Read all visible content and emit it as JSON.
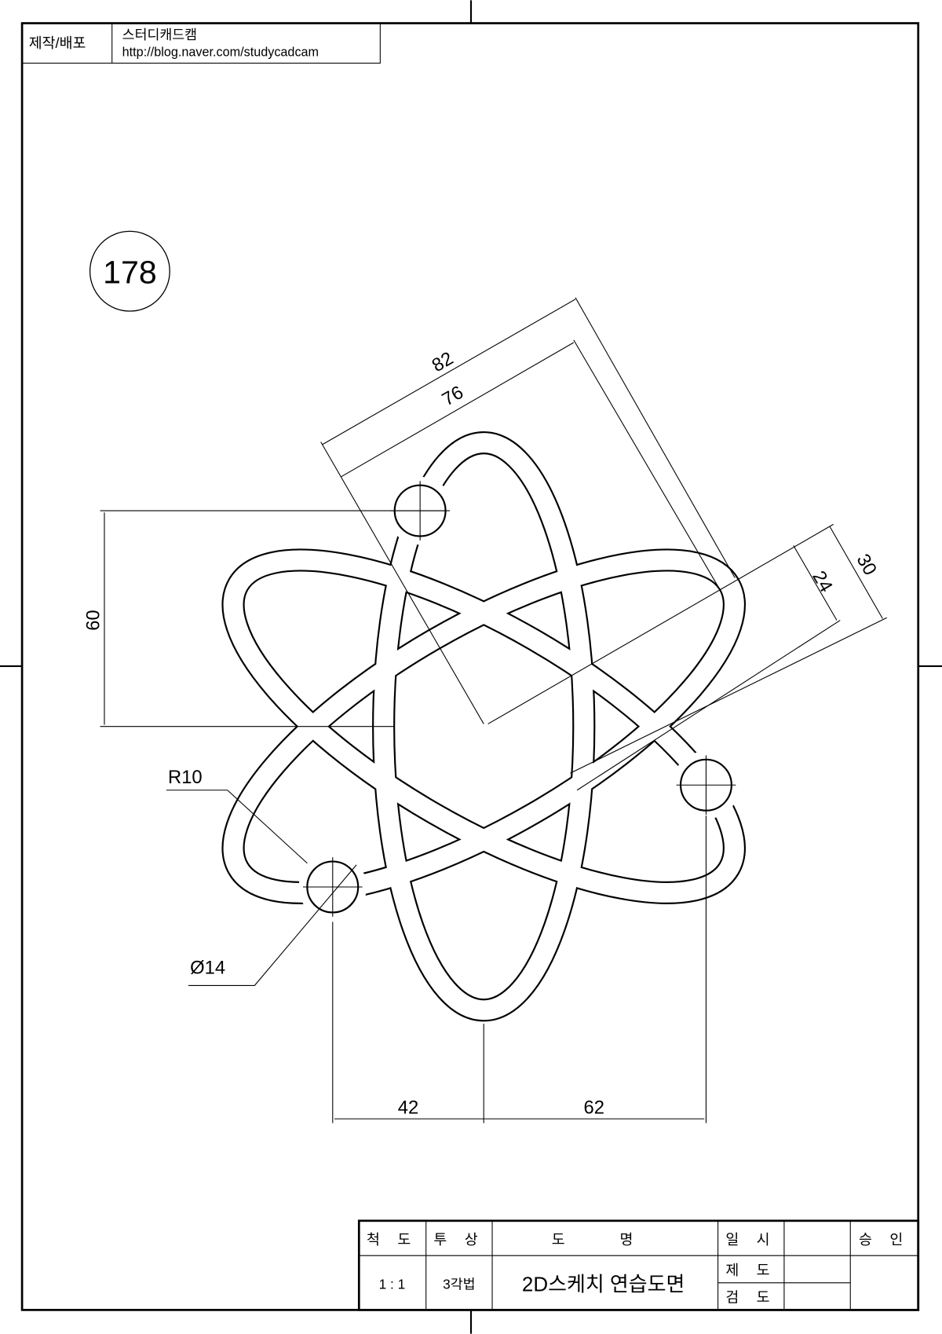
{
  "header": {
    "label": "제작/배포",
    "author": "스터디캐드캠",
    "url": "http://blog.naver.com/studycadcam"
  },
  "problem_number": "178",
  "dimensions": {
    "d82": "82",
    "d76": "76",
    "d60": "60",
    "d30": "30",
    "d24": "24",
    "r10": "R10",
    "dia14": "Ø14",
    "d42": "42",
    "d62": "62"
  },
  "title_block": {
    "scale_label": "척 도",
    "projection_label": "투 상",
    "name_label": "도 명",
    "date_label": "일 시",
    "approve_label": "승 인",
    "scale_value": "1 : 1",
    "projection_value": "3각법",
    "drawing_name": "2D스케치 연습도면",
    "drawn_label": "제 도",
    "checked_label": "검 도"
  }
}
